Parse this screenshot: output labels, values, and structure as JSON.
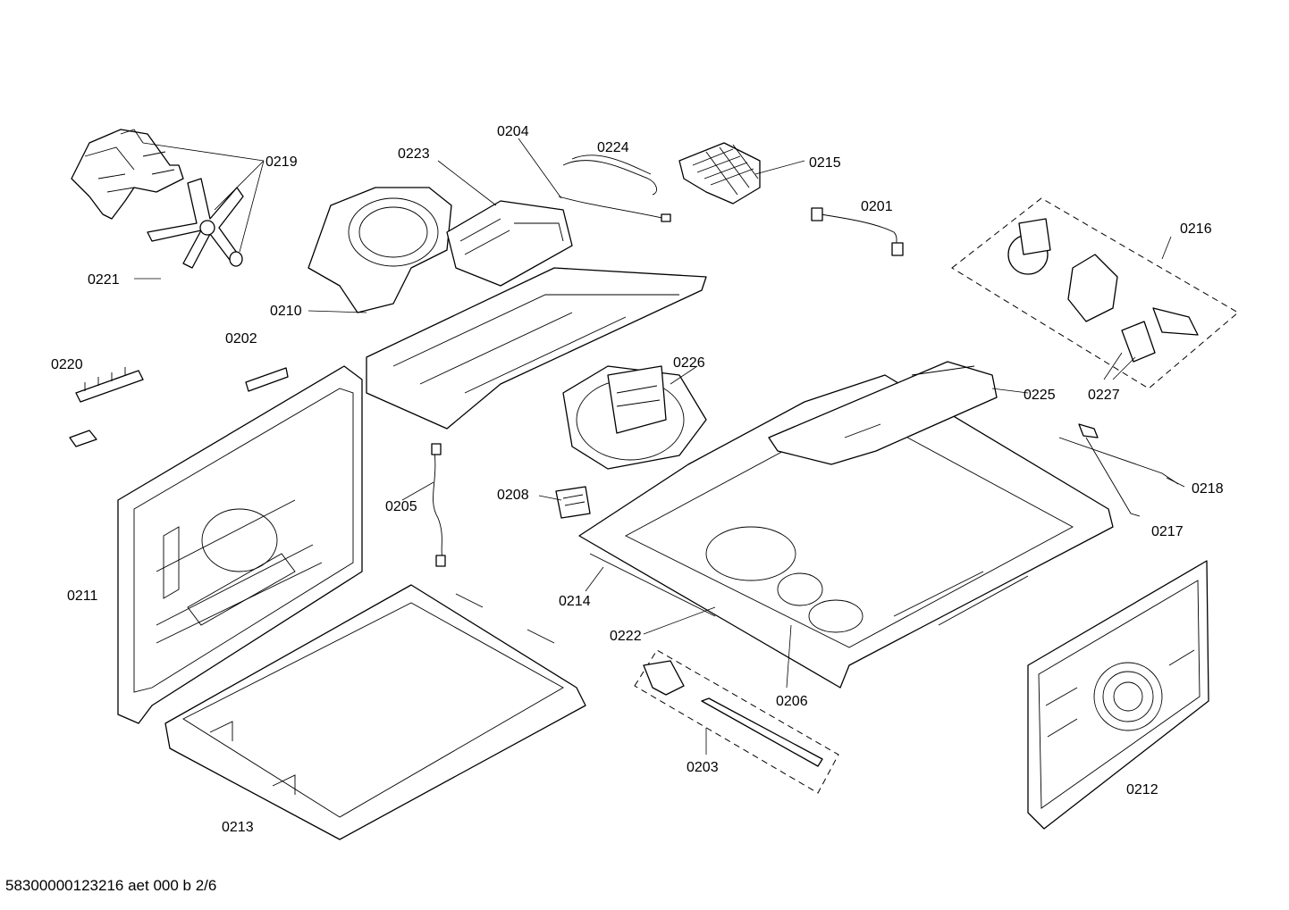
{
  "labels": {
    "p0201": "0201",
    "p0202": "0202",
    "p0203": "0203",
    "p0204": "0204",
    "p0205": "0205",
    "p0206": "0206",
    "p0208": "0208",
    "p0210": "0210",
    "p0211": "0211",
    "p0212": "0212",
    "p0213": "0213",
    "p0214": "0214",
    "p0215": "0215",
    "p0216": "0216",
    "p0217": "0217",
    "p0218": "0218",
    "p0219": "0219",
    "p0220": "0220",
    "p0221": "0221",
    "p0222": "0222",
    "p0223": "0223",
    "p0224": "0224",
    "p0225": "0225",
    "p0226": "0226",
    "p0227": "0227"
  },
  "footer": "58300000123216 aet 000 b 2/6"
}
